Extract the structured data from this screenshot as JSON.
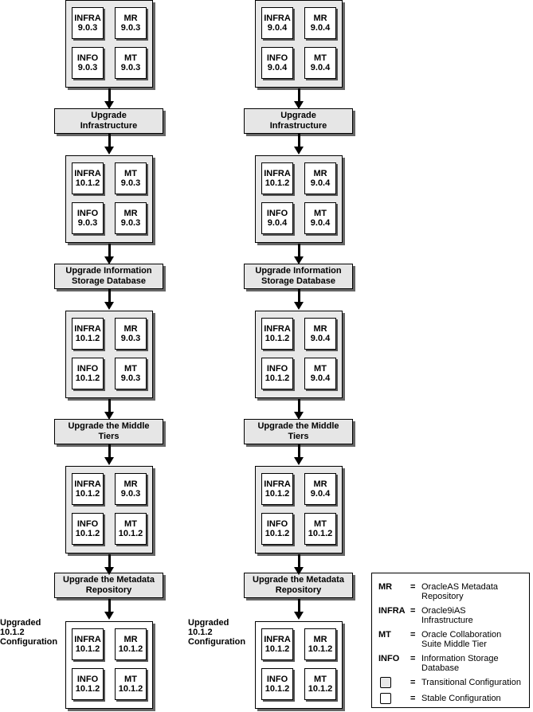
{
  "columns": [
    {
      "configs": [
        {
          "cells": [
            [
              "INFRA",
              "9.0.3"
            ],
            [
              "MR",
              "9.0.3"
            ],
            [
              "INFO",
              "9.0.3"
            ],
            [
              "MT",
              "9.0.3"
            ]
          ]
        },
        {
          "cells": [
            [
              "INFRA",
              "10.1.2"
            ],
            [
              "MT",
              "9.0.3"
            ],
            [
              "INFO",
              "9.0.3"
            ],
            [
              "MR",
              "9.0.3"
            ]
          ]
        },
        {
          "cells": [
            [
              "INFRA",
              "10.1.2"
            ],
            [
              "MR",
              "9.0.3"
            ],
            [
              "INFO",
              "10.1.2"
            ],
            [
              "MT",
              "9.0.3"
            ]
          ]
        },
        {
          "cells": [
            [
              "INFRA",
              "10.1.2"
            ],
            [
              "MR",
              "9.0.3"
            ],
            [
              "INFO",
              "10.1.2"
            ],
            [
              "MT",
              "10.1.2"
            ]
          ]
        },
        {
          "cells": [
            [
              "INFRA",
              "10.1.2"
            ],
            [
              "MR",
              "10.1.2"
            ],
            [
              "INFO",
              "10.1.2"
            ],
            [
              "MT",
              "10.1.2"
            ]
          ]
        }
      ],
      "steps": [
        [
          "Upgrade",
          "Infrastructure"
        ],
        [
          "Upgrade Information",
          "Storage Database"
        ],
        [
          "Upgrade the Middle",
          "Tiers"
        ],
        [
          "Upgrade the Metadata",
          "Repository"
        ]
      ],
      "final_label": [
        "Upgraded",
        "10.1.2",
        "Configuration"
      ]
    },
    {
      "configs": [
        {
          "cells": [
            [
              "INFRA",
              "9.0.4"
            ],
            [
              "MR",
              "9.0.4"
            ],
            [
              "INFO",
              "9.0.4"
            ],
            [
              "MT",
              "9.0.4"
            ]
          ]
        },
        {
          "cells": [
            [
              "INFRA",
              "10.1.2"
            ],
            [
              "MR",
              "9.0.4"
            ],
            [
              "INFO",
              "9.0.4"
            ],
            [
              "MT",
              "9.0.4"
            ]
          ]
        },
        {
          "cells": [
            [
              "INFRA",
              "10.1.2"
            ],
            [
              "MR",
              "9.0.4"
            ],
            [
              "INFO",
              "10.1.2"
            ],
            [
              "MT",
              "9.0.4"
            ]
          ]
        },
        {
          "cells": [
            [
              "INFRA",
              "10.1.2"
            ],
            [
              "MR",
              "9.0.4"
            ],
            [
              "INFO",
              "10.1.2"
            ],
            [
              "MT",
              "10.1.2"
            ]
          ]
        },
        {
          "cells": [
            [
              "INFRA",
              "10.1.2"
            ],
            [
              "MR",
              "10.1.2"
            ],
            [
              "INFO",
              "10.1.2"
            ],
            [
              "MT",
              "10.1.2"
            ]
          ]
        }
      ],
      "steps": [
        [
          "Upgrade",
          "Infrastructure"
        ],
        [
          "Upgrade Information",
          "Storage Database"
        ],
        [
          "Upgrade the Middle",
          "Tiers"
        ],
        [
          "Upgrade the Metadata",
          "Repository"
        ]
      ],
      "final_label": [
        "Upgraded",
        "10.1.2",
        "Configuration"
      ]
    }
  ],
  "legend": {
    "entries": [
      {
        "term": "MR",
        "eq": "=",
        "desc": [
          "OracleAS Metadata",
          "Repository"
        ]
      },
      {
        "term": "INFRA",
        "eq": "=",
        "desc": [
          "Oracle9iAS",
          "Infrastructure"
        ]
      },
      {
        "term": "MT",
        "eq": "=",
        "desc": [
          "Oracle Collaboration",
          "Suite Middle Tier"
        ]
      },
      {
        "term": "INFO",
        "eq": "=",
        "desc": [
          "Information Storage",
          "Database"
        ]
      }
    ],
    "swatches": [
      {
        "kind": "transitional",
        "eq": "=",
        "label": "Transitional Configuration",
        "color": "#e8e8e8"
      },
      {
        "kind": "stable",
        "eq": "=",
        "label": "Stable Configuration",
        "color": "#ffffff"
      }
    ]
  }
}
